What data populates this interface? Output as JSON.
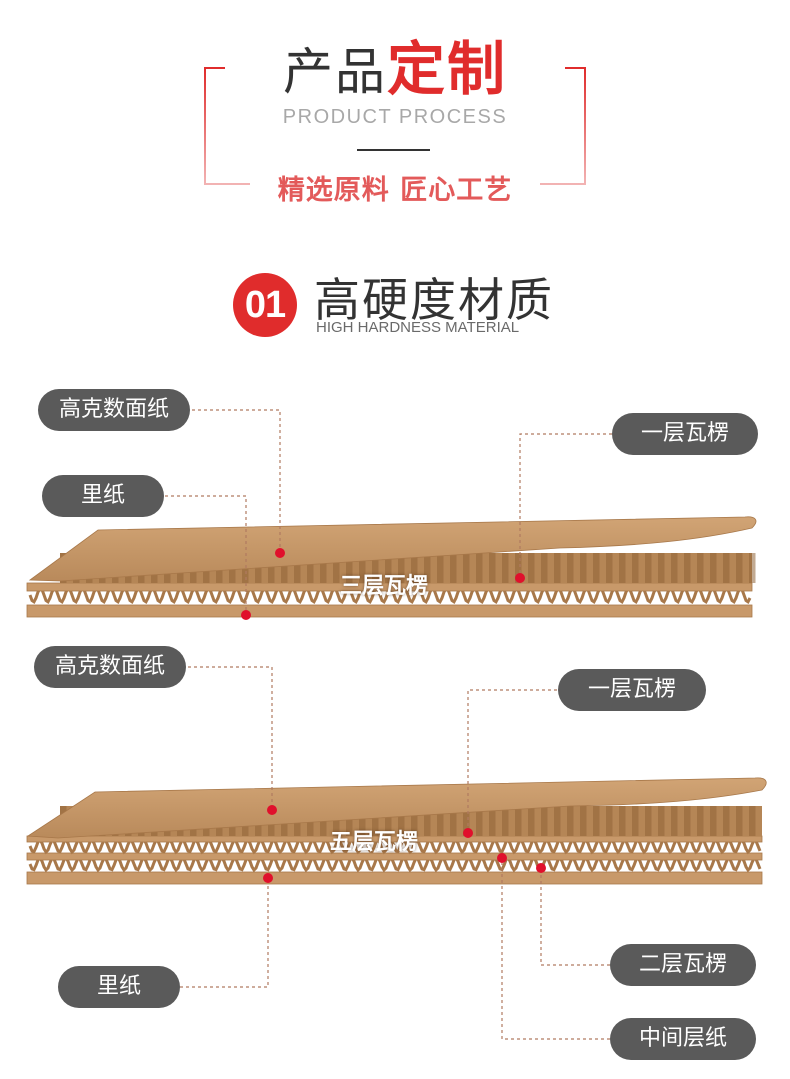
{
  "header": {
    "title_dark": "产品",
    "title_red": "定制",
    "subtitle_en": "PRODUCT PROCESS",
    "tagline": "精选原料  匠心工艺"
  },
  "section": {
    "number": "01",
    "title": "高硬度材质",
    "subtitle_en": "HIGH HARDNESS MATERIAL"
  },
  "board3": {
    "center_label": "三层瓦楞",
    "labels": {
      "face_paper": "高克数面纸",
      "liner": "里纸",
      "layer1": "一层瓦楞"
    }
  },
  "board5": {
    "center_label": "五层瓦楞",
    "labels": {
      "face_paper": "高克数面纸",
      "layer1": "一层瓦楞",
      "liner": "里纸",
      "layer2": "二层瓦楞",
      "middle": "中间层纸"
    }
  },
  "colors": {
    "accent_red": "#e02c2c",
    "pill_gray": "#5a5a5a",
    "kraft": "#c8996a",
    "kraft_dark": "#a8784a",
    "leader_line": "#b07a60"
  }
}
